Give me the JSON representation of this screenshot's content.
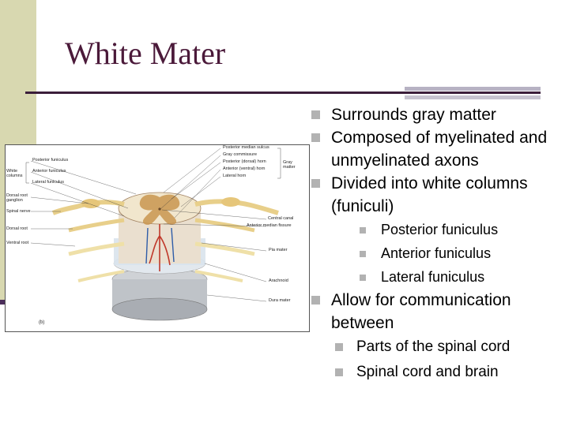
{
  "slide": {
    "title": "White Mater",
    "bullets": [
      {
        "text": "Surrounds gray matter"
      },
      {
        "text": "Composed of myelinated and unmyelinated axons"
      },
      {
        "text": "Divided into white columns (funiculi)"
      }
    ],
    "sub_bullets": [
      {
        "text": "Posterior funiculus"
      },
      {
        "text": "Anterior funiculus"
      },
      {
        "text": "Lateral funiculus"
      }
    ],
    "bullet_4": {
      "text": "Allow for communication between"
    },
    "sub_bullets_2": [
      {
        "text": "Parts of the spinal cord"
      },
      {
        "text": "Spinal cord and brain"
      }
    ]
  },
  "figure": {
    "labels": {
      "posterior_median_sulcus": "Posterior median sulcus",
      "posterior_funiculus": "Posterior funiculus",
      "gray_commissure": "Gray commissure",
      "posterior_horn": "Posterior (dorsal) horn",
      "anterior_horn": "Anterior (ventral) horn",
      "lateral_horn": "Lateral horn",
      "gray_matter": "Gray matter",
      "white_columns": "White columns",
      "anterior_funiculus": "Anterior funiculus",
      "lateral_funiculus": "Lateral funiculus",
      "dorsal_root_ganglion": "Dorsal root ganglion",
      "spinal_nerve": "Spinal nerve",
      "dorsal_root": "Dorsal root",
      "ventral_root": "Ventral root",
      "central_canal": "Central canal",
      "anterior_median_fissure": "Anterior median fissure",
      "pia_mater": "Pia mater",
      "arachnoid": "Arachnoid",
      "dura_mater": "Dura mater",
      "panel_letter": "(b)"
    }
  }
}
